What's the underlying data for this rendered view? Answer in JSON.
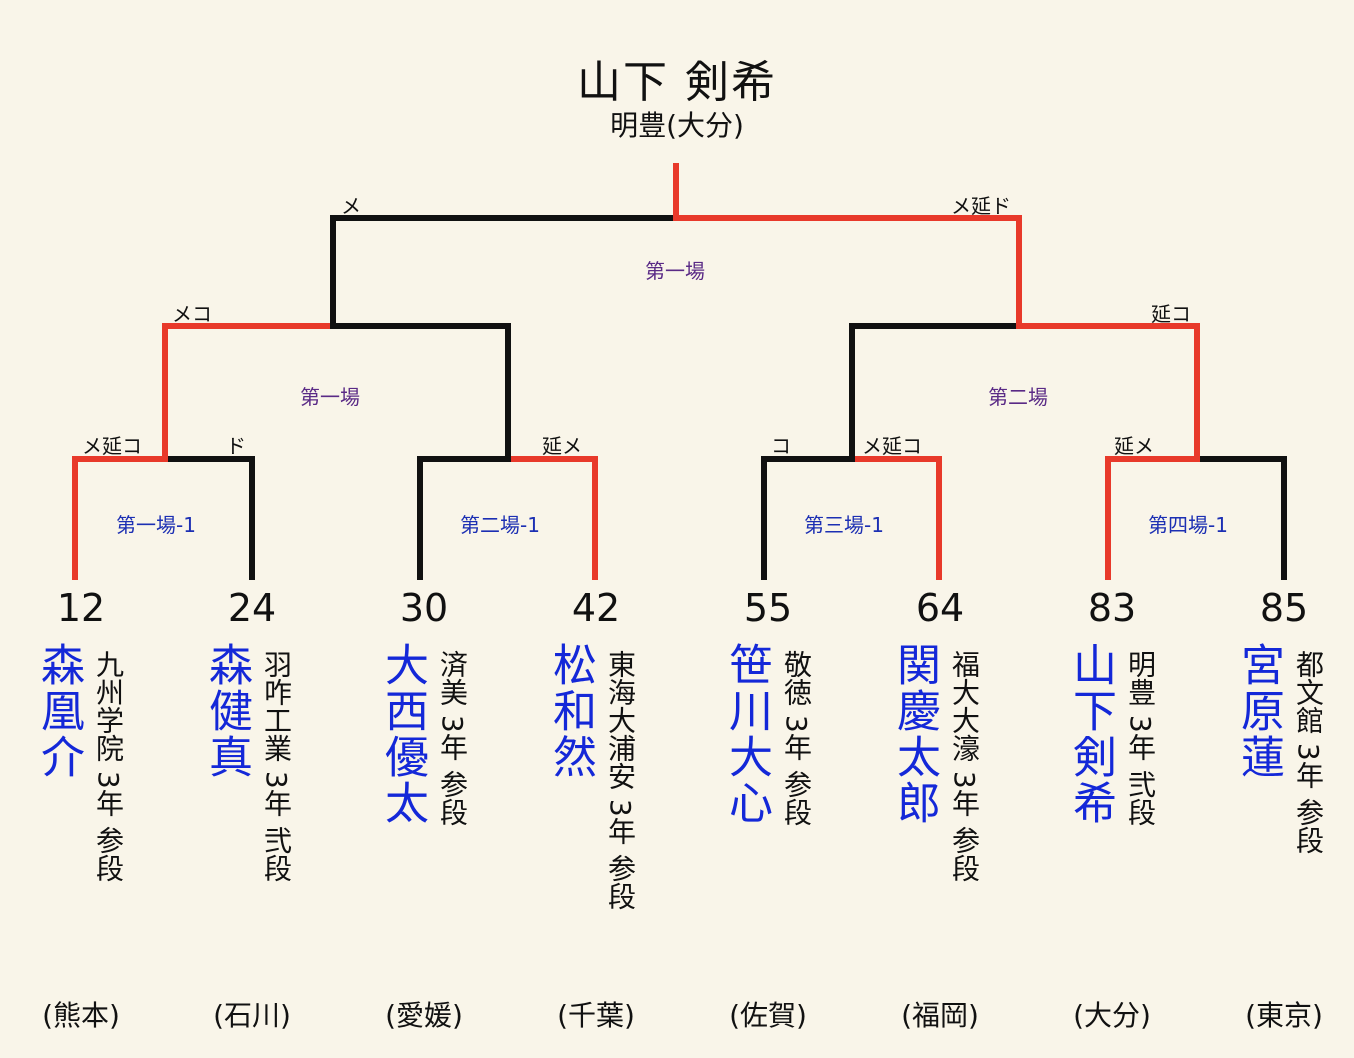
{
  "champion": {
    "name": "山下 剣希",
    "school": "明豊(大分)"
  },
  "colors": {
    "winner_line": "#e8392a",
    "loser_line": "#111111",
    "name_blue": "#1428d8",
    "venue_purple": "#5a2a86",
    "venue_blue": "#1c2fb3",
    "background": "#f9f5e9"
  },
  "techniques": {
    "final_left": "メ",
    "final_right": "メ延ド",
    "semi_left": "メコ",
    "semi_right": "延コ",
    "qf1_left": "メ延コ",
    "qf1_right": "ド",
    "qf2_right": "延メ",
    "qf3_left": "コ",
    "qf3_right": "メ延コ",
    "qf4_left": "延メ"
  },
  "venues": {
    "final": "第一場",
    "semi_left": "第一場",
    "semi_right": "第二場",
    "qf1": "第一場-1",
    "qf2": "第二場-1",
    "qf3": "第三場-1",
    "qf4": "第四場-1"
  },
  "players": [
    {
      "seed": "12",
      "name": "森凰介",
      "info": "九州学院 3年 参段",
      "pref": "(熊本)"
    },
    {
      "seed": "24",
      "name": "森健真",
      "info": "羽咋工業 3年 弐段",
      "pref": "(石川)"
    },
    {
      "seed": "30",
      "name": "大西優太",
      "info": "済美 3年 参段",
      "pref": "(愛媛)"
    },
    {
      "seed": "42",
      "name": "松和然",
      "info": "東海大浦安 3年 参段",
      "pref": "(千葉)"
    },
    {
      "seed": "55",
      "name": "笹川大心",
      "info": "敬徳 3年 参段",
      "pref": "(佐賀)"
    },
    {
      "seed": "64",
      "name": "関慶太郎",
      "info": "福大大濠 3年 参段",
      "pref": "(福岡)"
    },
    {
      "seed": "83",
      "name": "山下剣希",
      "info": "明豊 3年 弐段",
      "pref": "(大分)"
    },
    {
      "seed": "85",
      "name": "宮原蓮",
      "info": "都文館 3年 参段",
      "pref": "(東京)"
    }
  ]
}
